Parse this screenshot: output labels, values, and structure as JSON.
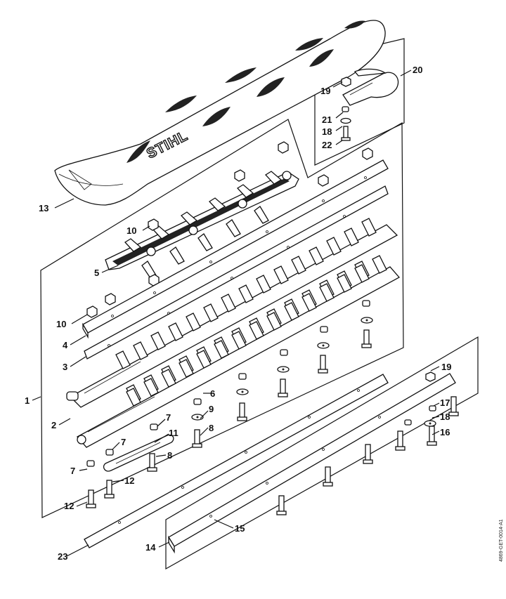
{
  "logo_text": "STIHL",
  "drawing_code": "4869-GET-0014-A1",
  "labels": {
    "p1": "1",
    "p2": "2",
    "p3": "3",
    "p4": "4",
    "p5": "5",
    "p6": "6",
    "p7a": "7",
    "p7b": "7",
    "p7c": "7",
    "p8a": "8",
    "p8b": "8",
    "p9": "9",
    "p10a": "10",
    "p10b": "10",
    "p11": "11",
    "p12a": "12",
    "p12b": "12",
    "p13": "13",
    "p14": "14",
    "p15": "15",
    "p16": "16",
    "p17": "17",
    "p18a": "18",
    "p18b": "18",
    "p19a": "19",
    "p19b": "19",
    "p20": "20",
    "p21": "21",
    "p22": "22",
    "p23": "23"
  }
}
